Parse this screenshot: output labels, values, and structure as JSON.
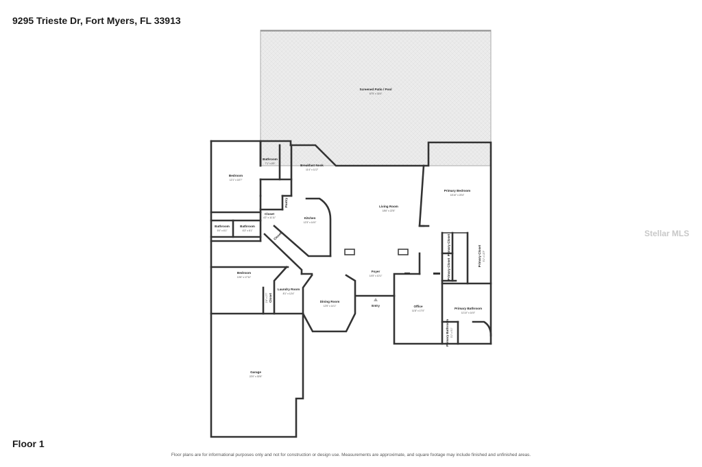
{
  "header": {
    "address": "9295 Trieste Dr, Fort Myers, FL 33913"
  },
  "floor": {
    "label": "Floor 1"
  },
  "footer": {
    "disclaimer": "Floor plans are for informational purposes only and not for construction or design use. Measurements are approximate, and square footage may include finished and unfinished areas."
  },
  "watermark": {
    "text": "Stellar MLS"
  },
  "rooms": {
    "patio": {
      "name": "Screened Patio / Pool",
      "dims": "57'5\" x 33'4\""
    },
    "bath1": {
      "name": "Bathroom",
      "dims": "7'1\" x 8'5\""
    },
    "nook": {
      "name": "Breakfast Nook",
      "dims": "11'4\" x 11'2\""
    },
    "bedroom1": {
      "name": "Bedroom",
      "dims": "12'1\" x 18'7\""
    },
    "pantry": {
      "name": "Pantry"
    },
    "closet1": {
      "name": "Closet",
      "dims": "4'2\" x 11'11\""
    },
    "kitchen": {
      "name": "Kitchen",
      "dims": "12'3\" x 14'0\""
    },
    "living": {
      "name": "Living Room",
      "dims": "18'6\" x 22'5\""
    },
    "primary_bed": {
      "name": "Primary Bedroom",
      "dims": "16'10\" x 20'4\""
    },
    "bath2": {
      "name": "Bathroom",
      "dims": "5'0\" x 6'1\""
    },
    "bath3": {
      "name": "Bathroom",
      "dims": "6'3\" x 6'1\""
    },
    "closet2": {
      "name": "Closet"
    },
    "primary_closet1": {
      "name": "Primary Closet"
    },
    "primary_closet2": {
      "name": "Primary Closet",
      "dims": "5'1\" x 13'7\""
    },
    "primary_closet3": {
      "name": "Primary Closet"
    },
    "bedroom2": {
      "name": "Bedroom",
      "dims": "10'6\" x 17'11\""
    },
    "foyer": {
      "name": "Foyer",
      "dims": "14'5\" x 10'1\""
    },
    "laundry": {
      "name": "Laundry Room",
      "dims": "8'1\" x 12'4\""
    },
    "closet3": {
      "name": "Closet",
      "dims": "2'4\" x 2'7\""
    },
    "dining": {
      "name": "Dining Room",
      "dims": "12'5\" x 14'1\""
    },
    "entry": {
      "name": "Entry"
    },
    "office": {
      "name": "Office",
      "dims": "11'8\" x 17'0\""
    },
    "primary_bath": {
      "name": "Primary Bathroom",
      "dims": "11'10\" x 14'0\""
    },
    "primary_bath_small": {
      "name": "Primary Bathroom",
      "dims": "3'1\" x 5'1\""
    },
    "garage": {
      "name": "Garage",
      "dims": "22'0\" x 30'5\""
    }
  }
}
